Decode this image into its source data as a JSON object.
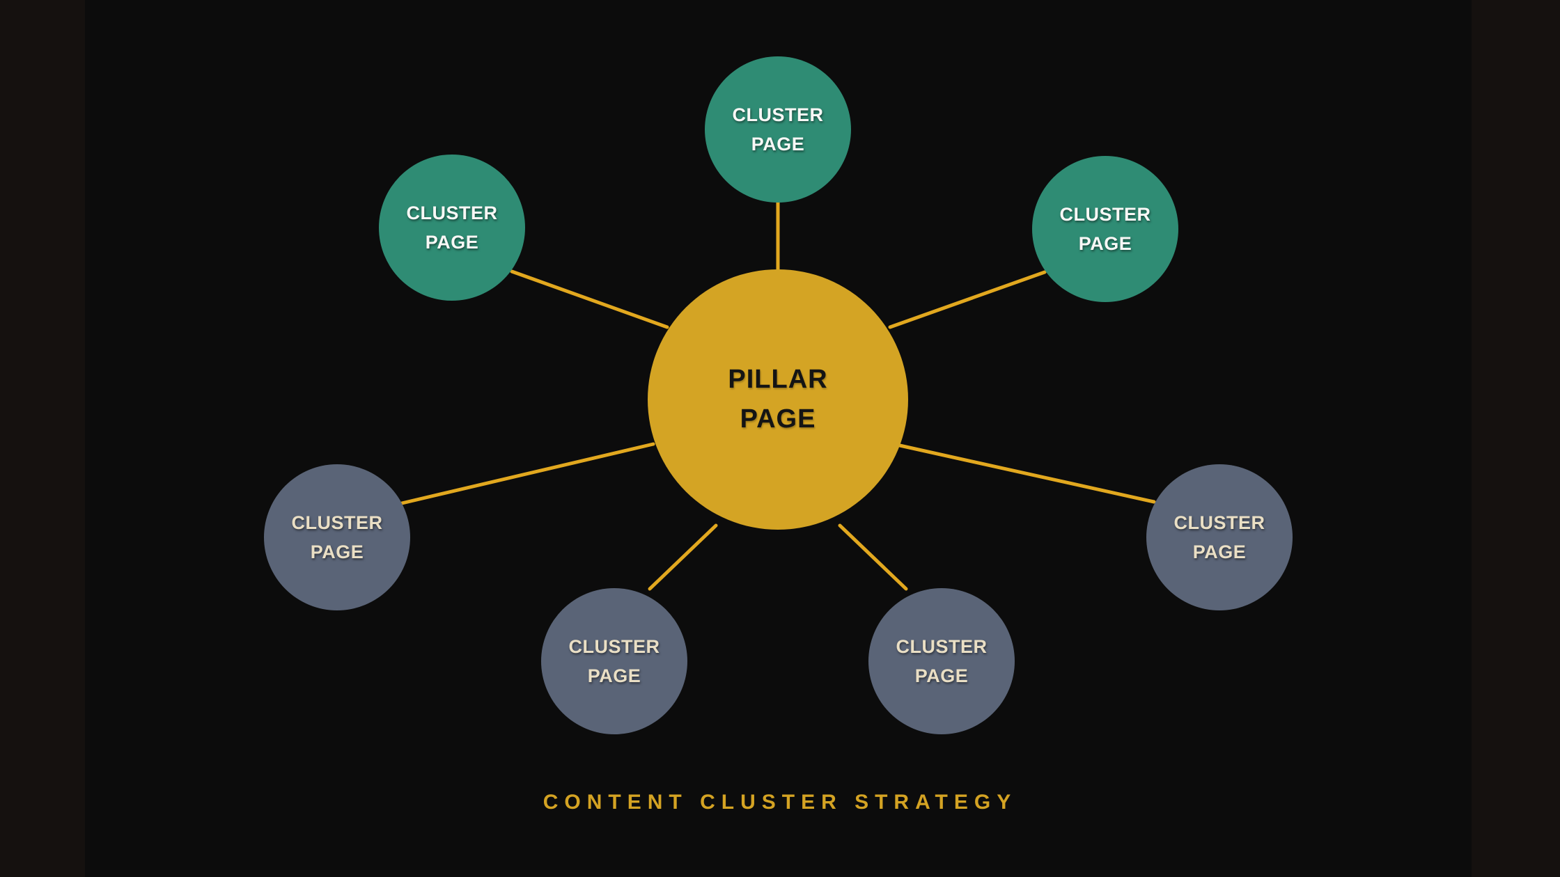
{
  "canvas": {
    "background": "#0C0C0C",
    "edge_strip_color": "#15110F"
  },
  "title": {
    "text": "CONTENT CLUSTER STRATEGY",
    "color": "#D4A323"
  },
  "connector": {
    "color": "#E2A81F"
  },
  "diagram": {
    "pillar": {
      "label": "PILLAR\nPAGE",
      "fill": "#D4A424",
      "text_color": "#141414"
    },
    "clusters": [
      {
        "id": "top",
        "label": "CLUSTER\nPAGE",
        "variant": "green",
        "fill": "#2F8C74",
        "text_color": "#F8F8F6"
      },
      {
        "id": "upper-left",
        "label": "CLUSTER\nPAGE",
        "variant": "green",
        "fill": "#2F8C74",
        "text_color": "#F8F8F6"
      },
      {
        "id": "upper-right",
        "label": "CLUSTER\nPAGE",
        "variant": "green",
        "fill": "#2F8C74",
        "text_color": "#F8F8F6"
      },
      {
        "id": "left",
        "label": "CLUSTER\nPAGE",
        "variant": "slate",
        "fill": "#5A6477",
        "text_color": "#EADFC5"
      },
      {
        "id": "right",
        "label": "CLUSTER\nPAGE",
        "variant": "slate",
        "fill": "#5A6477",
        "text_color": "#EADFC5"
      },
      {
        "id": "bottom-left",
        "label": "CLUSTER\nPAGE",
        "variant": "slate",
        "fill": "#5A6477",
        "text_color": "#EADFC5"
      },
      {
        "id": "bottom-right",
        "label": "CLUSTER\nPAGE",
        "variant": "slate",
        "fill": "#5A6477",
        "text_color": "#EADFC5"
      }
    ]
  }
}
